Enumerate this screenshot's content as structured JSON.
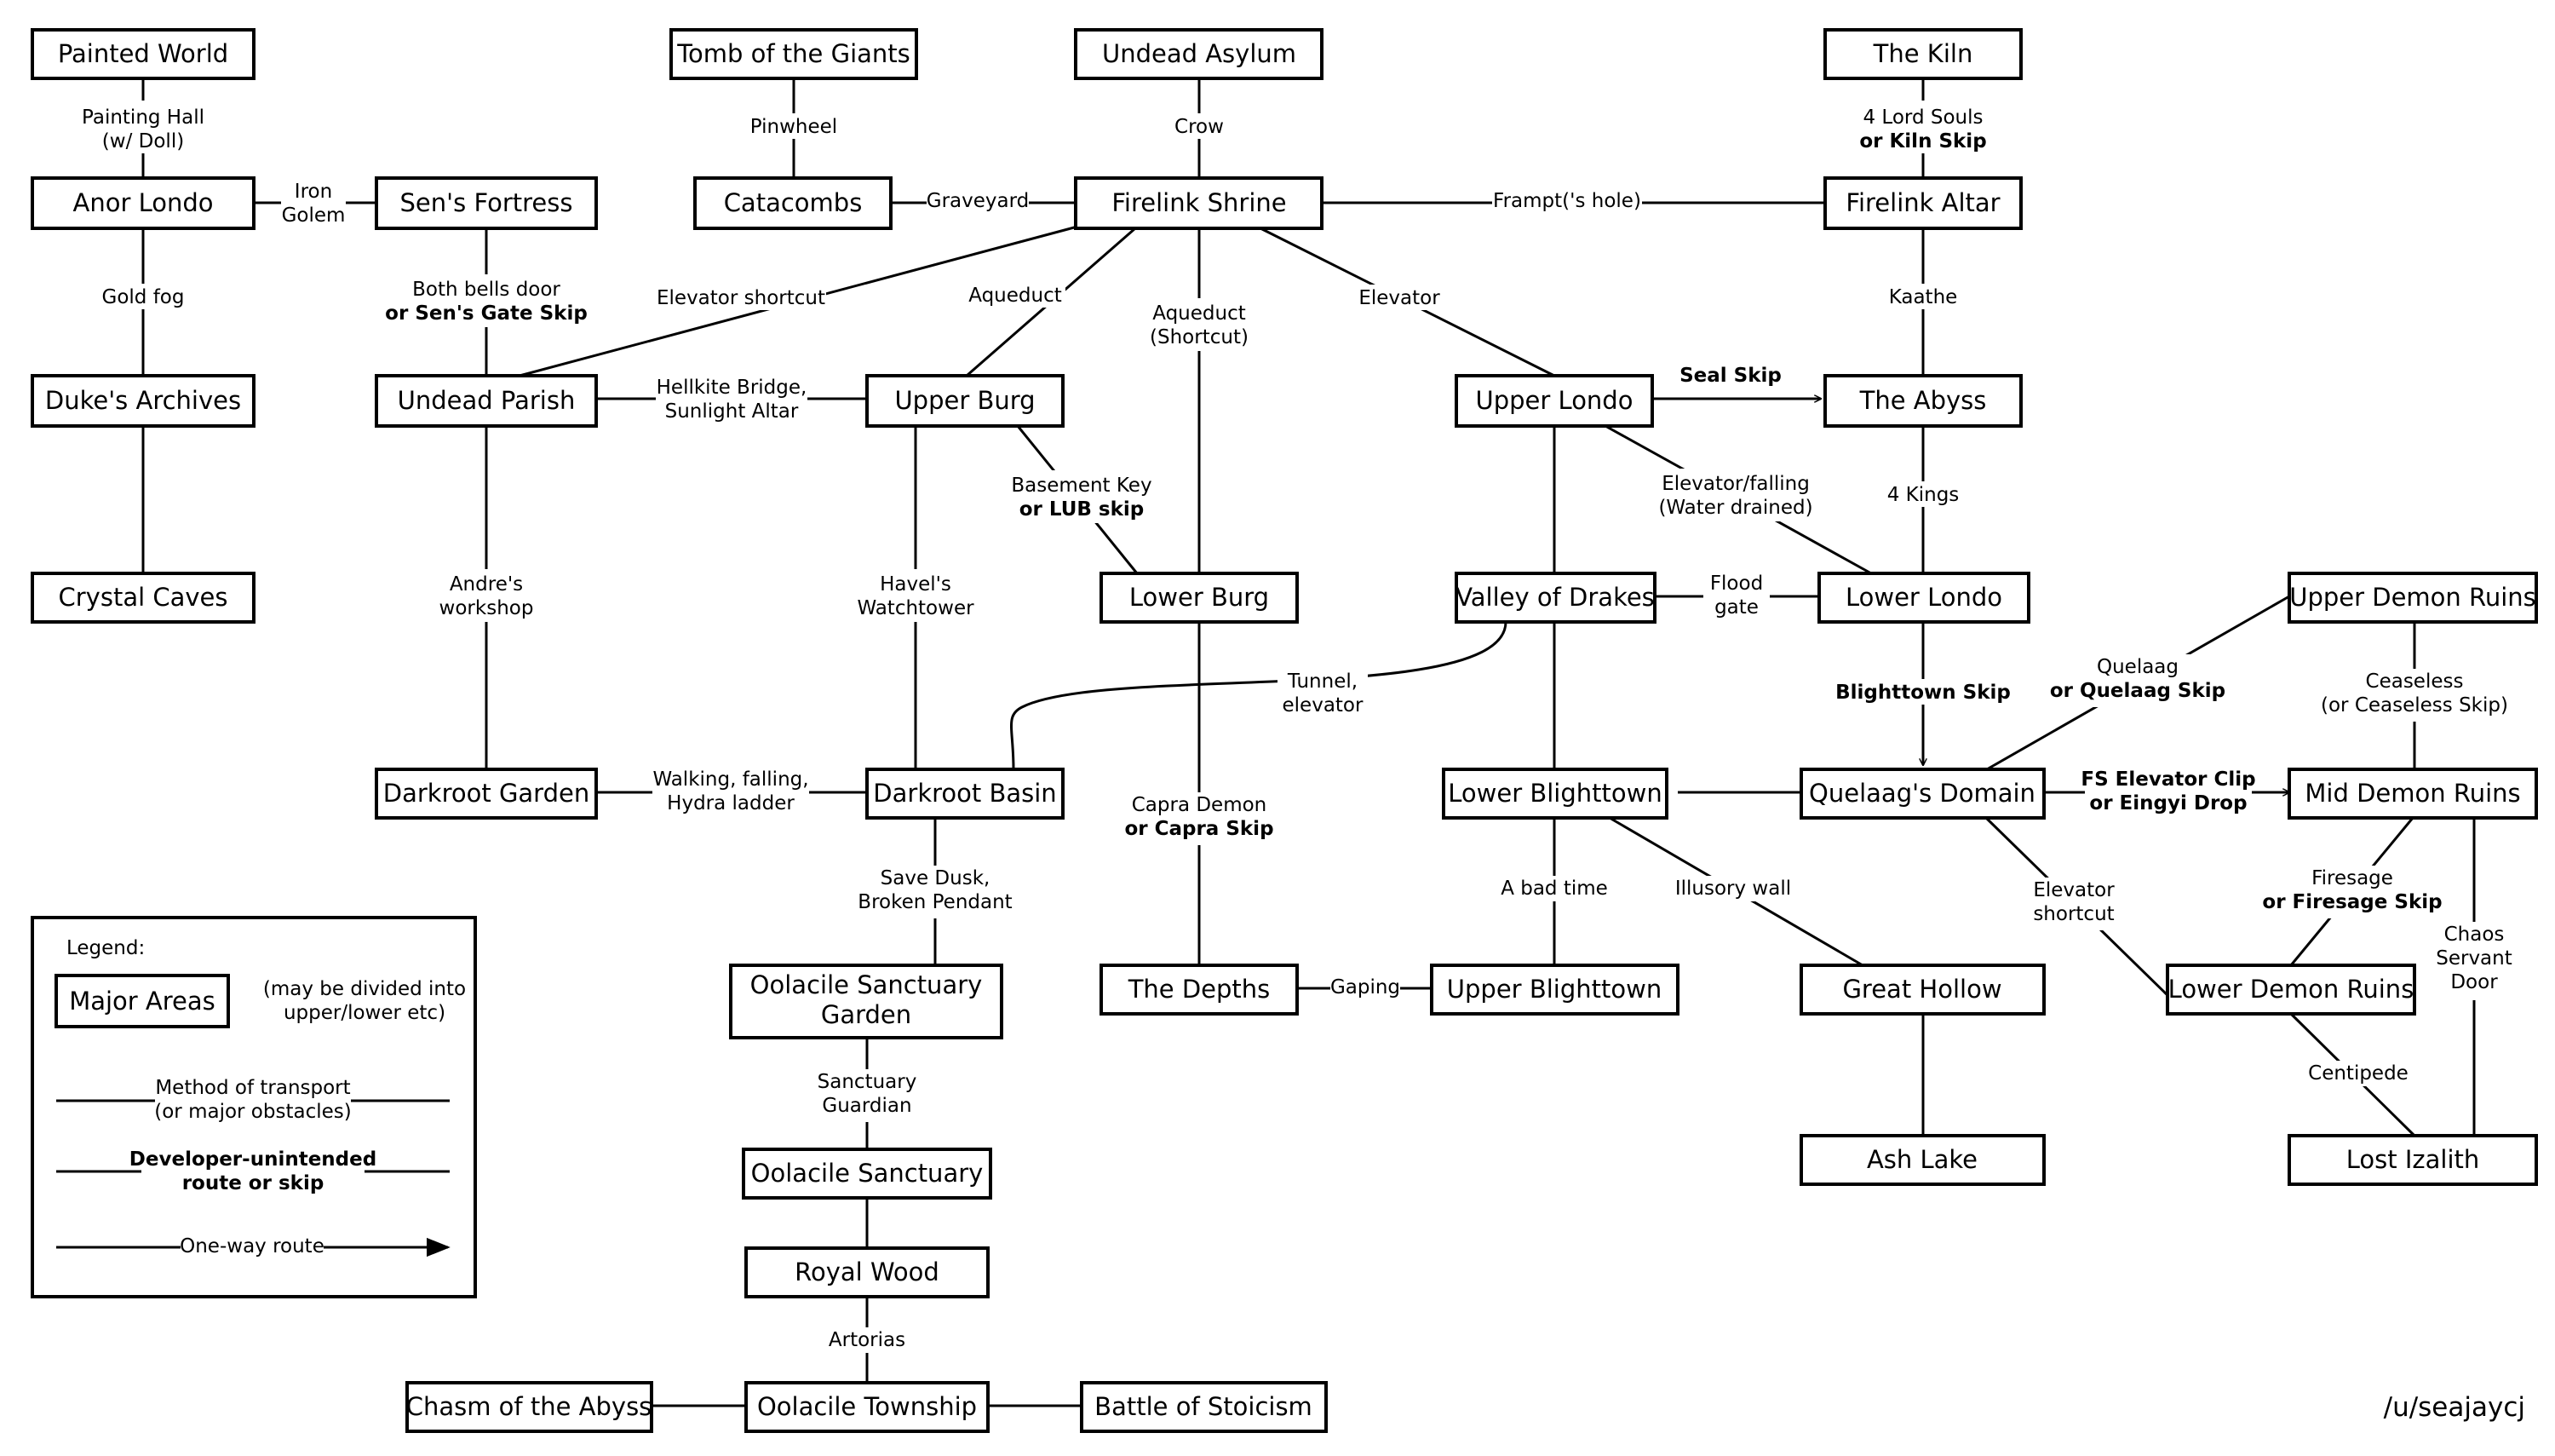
{
  "nodes": {
    "painted_world": "Painted World",
    "tomb_giants": "Tomb of the Giants",
    "undead_asylum": "Undead Asylum",
    "the_kiln": "The Kiln",
    "anor_londo": "Anor Londo",
    "sens_fortress": "Sen's Fortress",
    "catacombs": "Catacombs",
    "firelink_shrine": "Firelink Shrine",
    "firelink_altar": "Firelink Altar",
    "dukes_archives": "Duke's Archives",
    "undead_parish": "Undead Parish",
    "upper_burg": "Upper Burg",
    "upper_londo": "Upper Londo",
    "the_abyss": "The Abyss",
    "crystal_caves": "Crystal Caves",
    "lower_burg": "Lower Burg",
    "valley_drakes": "Valley of Drakes",
    "lower_londo": "Lower Londo",
    "upper_demon_ruins": "Upper Demon Ruins",
    "darkroot_garden": "Darkroot Garden",
    "darkroot_basin": "Darkroot Basin",
    "lower_blighttown": "Lower Blighttown",
    "quelaags_domain": "Quelaag's Domain",
    "mid_demon_ruins": "Mid Demon Ruins",
    "sanctuary_garden": [
      "Oolacile Sanctuary",
      "Garden"
    ],
    "the_depths": "The Depths",
    "upper_blighttown": "Upper Blighttown",
    "great_hollow": "Great Hollow",
    "lower_demon_ruins": "Lower Demon Ruins",
    "oolacile_sanctuary": "Oolacile Sanctuary",
    "ash_lake": "Ash Lake",
    "lost_izalith": "Lost Izalith",
    "royal_wood": "Royal Wood",
    "chasm_abyss": "Chasm of the Abyss",
    "oolacile_township": "Oolacile Township",
    "battle_stoicism": "Battle of Stoicism"
  },
  "edges": {
    "painting_hall": [
      "Painting Hall",
      "(w/ Doll)"
    ],
    "pinwheel": "Pinwheel",
    "crow": "Crow",
    "kiln": [
      "4 Lord Souls",
      "or Kiln Skip"
    ],
    "iron_golem": [
      "Iron",
      "Golem"
    ],
    "graveyard": "Graveyard",
    "frampt": "Frampt('s hole)",
    "gold_fog": "Gold fog",
    "bells": [
      "Both bells door",
      "or Sen's Gate Skip"
    ],
    "elevator_shortcut": "Elevator shortcut",
    "aqueduct": "Aqueduct",
    "aqueduct_shortcut": [
      "Aqueduct",
      "(Shortcut)"
    ],
    "elevator": "Elevator",
    "kaathe": "Kaathe",
    "hellkite": [
      "Hellkite Bridge,",
      "Sunlight Altar"
    ],
    "seal_skip": "Seal Skip",
    "basement_key": [
      "Basement Key",
      "or LUB skip"
    ],
    "elevator_falling": [
      "Elevator/falling",
      "(Water drained)"
    ],
    "four_kings": "4 Kings",
    "andre": [
      "Andre's",
      "workshop"
    ],
    "havel": [
      "Havel's",
      "Watchtower"
    ],
    "flood_gate": [
      "Flood",
      "gate"
    ],
    "quelaag": [
      "Quelaag",
      "or Quelaag Skip"
    ],
    "ceaseless": [
      "Ceaseless",
      "(or Ceaseless Skip)"
    ],
    "tunnel": [
      "Tunnel,",
      "elevator"
    ],
    "blighttown_skip": "Blighttown Skip",
    "walking": [
      "Walking, falling,",
      "Hydra ladder"
    ],
    "capra": [
      "Capra Demon",
      "or Capra Skip"
    ],
    "fs_clip": [
      "FS Elevator Clip",
      "or Eingyi Drop"
    ],
    "save_dusk": [
      "Save Dusk,",
      "Broken Pendant"
    ],
    "bad_time": "A bad time",
    "illusory": "Illusory wall",
    "elevator_shortcut2": [
      "Elevator",
      "shortcut"
    ],
    "firesage": [
      "Firesage",
      "or Firesage Skip"
    ],
    "chaos": [
      "Chaos",
      "Servant",
      "Door"
    ],
    "gaping": "Gaping",
    "sanctuary_guardian": [
      "Sanctuary",
      "Guardian"
    ],
    "centipede": "Centipede",
    "artorias": "Artorias"
  },
  "legend": {
    "title": "Legend:",
    "major_areas": "Major Areas",
    "divided_note": [
      "(may be divided into",
      "upper/lower etc)"
    ],
    "transport": [
      "Method of transport",
      "(or major obstacles)"
    ],
    "unintended": [
      "Developer-unintended",
      "route or skip"
    ],
    "one_way": "One-way route"
  },
  "credit": "/u/seajaycj"
}
